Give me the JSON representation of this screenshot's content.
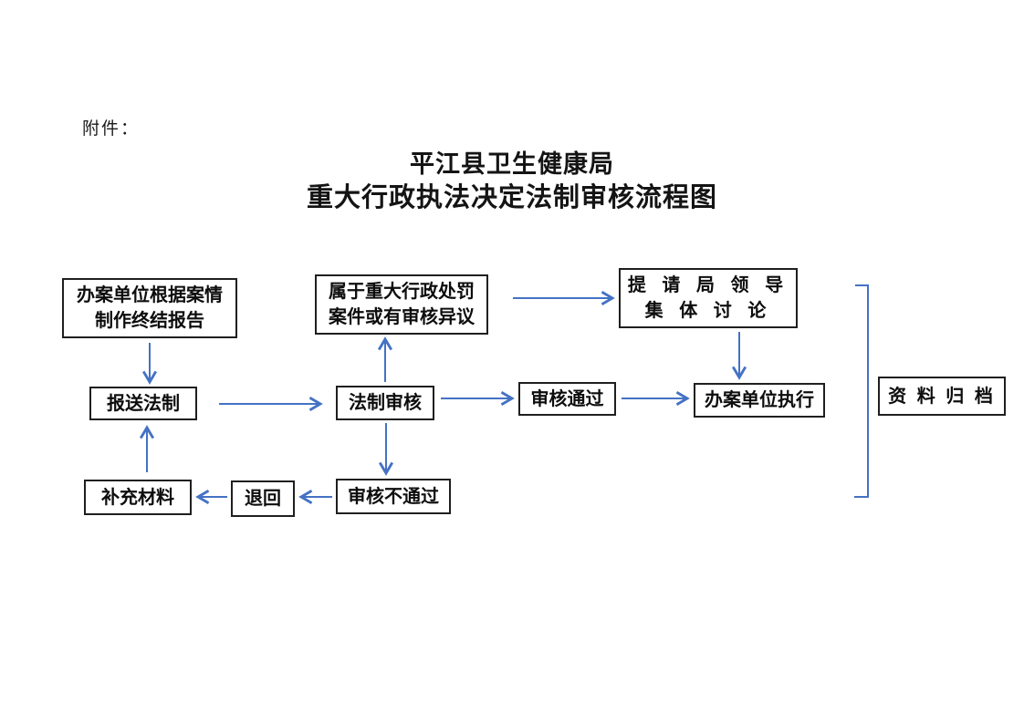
{
  "doc": {
    "attachment_label": "附件：",
    "title_line1": "平江县卫生健康局",
    "title_line2": "重大行政执法决定法制审核流程图"
  },
  "flow": {
    "arrow_color": "#4472C4",
    "box_border_color": "#1f1f1f",
    "nodes": [
      {
        "id": "case-unit-report",
        "lines": [
          "办案单位根据案情",
          "制作终结报告"
        ]
      },
      {
        "id": "major-penalty",
        "lines": [
          "属于重大行政处罚",
          "案件或有审核异议"
        ]
      },
      {
        "id": "leaders-discussion",
        "lines": [
          "提 请 局 领 导",
          "集 体 讨 论"
        ]
      },
      {
        "id": "submit-to-legal",
        "lines": [
          "报送法制"
        ]
      },
      {
        "id": "legal-review",
        "lines": [
          "法制审核"
        ]
      },
      {
        "id": "review-passed",
        "lines": [
          "审核通过"
        ]
      },
      {
        "id": "case-unit-execute",
        "lines": [
          "办案单位执行"
        ]
      },
      {
        "id": "archive",
        "lines": [
          "资 料 归 档"
        ]
      },
      {
        "id": "supplement-materials",
        "lines": [
          "补充材料"
        ]
      },
      {
        "id": "return-back",
        "lines": [
          "退回"
        ]
      },
      {
        "id": "review-not-passed",
        "lines": [
          "审核不通过"
        ]
      }
    ],
    "connectors": [
      {
        "from": "case-unit-report",
        "to": "submit-to-legal"
      },
      {
        "from": "supplement-materials",
        "to": "submit-to-legal"
      },
      {
        "from": "submit-to-legal",
        "to": "legal-review"
      },
      {
        "from": "legal-review",
        "to": "major-penalty"
      },
      {
        "from": "legal-review",
        "to": "review-not-passed"
      },
      {
        "from": "major-penalty",
        "to": "leaders-discussion"
      },
      {
        "from": "leaders-discussion",
        "to": "case-unit-execute"
      },
      {
        "from": "legal-review",
        "to": "review-passed"
      },
      {
        "from": "review-passed",
        "to": "case-unit-execute"
      },
      {
        "from": "review-not-passed",
        "to": "return-back"
      },
      {
        "from": "return-back",
        "to": "supplement-materials"
      }
    ],
    "bracket": {
      "shape": "right-square-bracket",
      "groups": "all-process-rows",
      "links_to": "archive"
    }
  }
}
